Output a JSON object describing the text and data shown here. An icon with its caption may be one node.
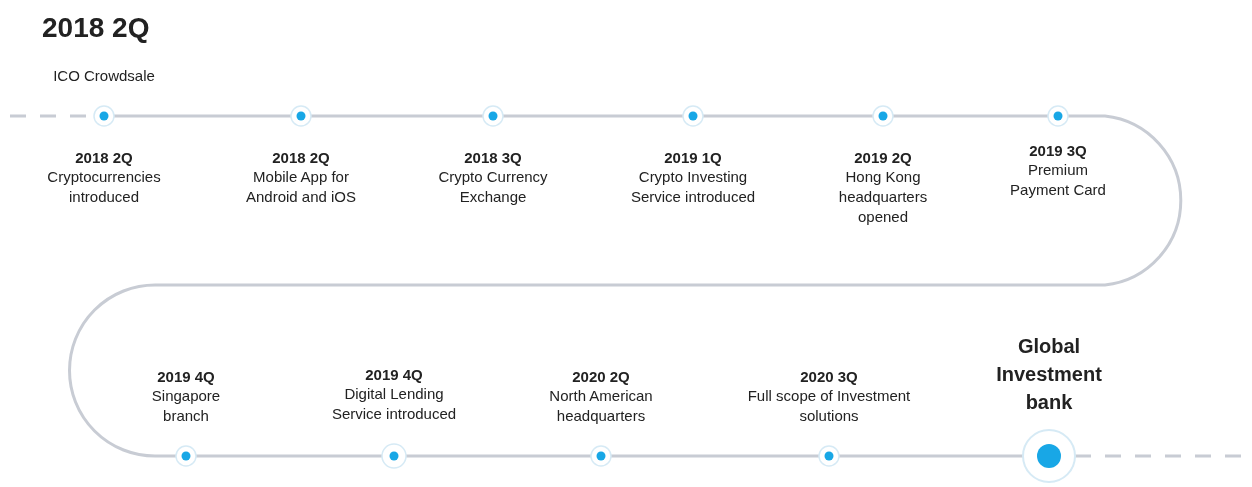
{
  "diagram": {
    "title": "2018 2Q",
    "nodes": [
      {
        "text": [],
        "shape": "circle",
        "beside": [
          "ICO Crowdsale",
          "2018 2Q",
          "Cryptocurrencies introduced"
        ]
      },
      {
        "text": [],
        "shape": "circle",
        "beside": [
          "2018 2Q",
          "Mobile App for Android and iOS"
        ]
      },
      {
        "text": [],
        "shape": "circle",
        "beside": [
          "2018 3Q",
          "Crypto Currency Exchange"
        ]
      },
      {
        "text": [],
        "shape": "circle",
        "beside": [
          "2019 1Q",
          "Crypto Investing Service introduced"
        ]
      },
      {
        "text": [],
        "shape": "circle",
        "beside": [
          "2019 2Q",
          "Hong Kong headquarters opened"
        ]
      },
      {
        "text": [],
        "shape": "circle",
        "beside": [
          "2019 3Q",
          "Premium Payment Card"
        ]
      },
      {
        "text": [],
        "shape": "circle",
        "beside": [
          "2019 4Q",
          "Singapore branch"
        ]
      },
      {
        "text": [],
        "shape": "circle",
        "beside": [
          "2019 4Q",
          "Digital Lending Service introduced"
        ]
      },
      {
        "text": [],
        "shape": "circle",
        "beside": [
          "2020 2Q",
          "North American headquarters"
        ]
      },
      {
        "text": [],
        "shape": "circle",
        "beside": [
          "2020 3Q",
          "Full scope of Investment solutions"
        ]
      },
      {
        "text": [],
        "shape": "circle",
        "beside": [
          "Global Investment bank"
        ]
      }
    ],
    "edges": [
      {
        "from": null,
        "to": 0,
        "arrow": "none",
        "style": "dashed"
      },
      {
        "from": 0,
        "to": 1,
        "arrow": "none"
      },
      {
        "from": 1,
        "to": 2,
        "arrow": "none"
      },
      {
        "from": 2,
        "to": 3,
        "arrow": "none"
      },
      {
        "from": 3,
        "to": 4,
        "arrow": "none"
      },
      {
        "from": 4,
        "to": 5,
        "arrow": "none"
      },
      {
        "from": 5,
        "to": 6,
        "arrow": "none"
      },
      {
        "from": 6,
        "to": 7,
        "arrow": "none"
      },
      {
        "from": 7,
        "to": 8,
        "arrow": "none"
      },
      {
        "from": 8,
        "to": 9,
        "arrow": "none"
      },
      {
        "from": 9,
        "to": 10,
        "arrow": "none"
      },
      {
        "from": 10,
        "to": null,
        "arrow": "none",
        "style": "dashed"
      }
    ]
  }
}
